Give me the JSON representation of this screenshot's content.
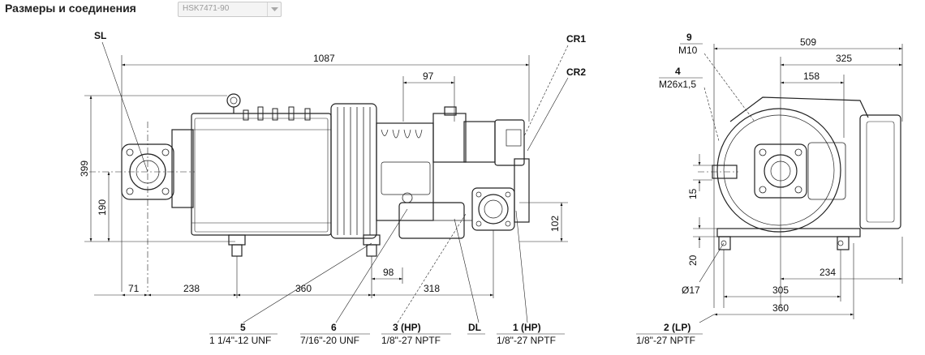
{
  "header": {
    "title": "Размеры и соединения",
    "model_value": "HSK7471-90"
  },
  "drawing": {
    "callouts": {
      "sl": "SL",
      "cr1": "CR1",
      "cr2": "CR2",
      "dl": "DL",
      "c5_num": "5",
      "c5_spec": "1 1/4\"-12 UNF",
      "c6_num": "6",
      "c6_spec": "7/16\"-20 UNF",
      "c3_num": "3 (HP)",
      "c3_spec": "1/8\"-27 NPTF",
      "c1_num": "1 (HP)",
      "c1_spec": "1/8\"-27 NPTF",
      "c2_num": "2 (LP)",
      "c2_spec": "1/8\"-27 NPTF",
      "c9_num": "9",
      "c9_spec": "M10",
      "c4_num": "4",
      "c4_spec": "M26x1,5"
    },
    "front_dims": {
      "overall_length": "1087",
      "d97": "97",
      "height": "399",
      "d190": "190",
      "d102": "102",
      "d71": "71",
      "d238": "238",
      "d360": "360",
      "d98": "98",
      "d318": "318"
    },
    "side_dims": {
      "d509": "509",
      "d325": "325",
      "d158": "158",
      "d15": "15",
      "d20": "20",
      "d234": "234",
      "hole": "Ø17",
      "d305": "305",
      "d360": "360"
    }
  }
}
